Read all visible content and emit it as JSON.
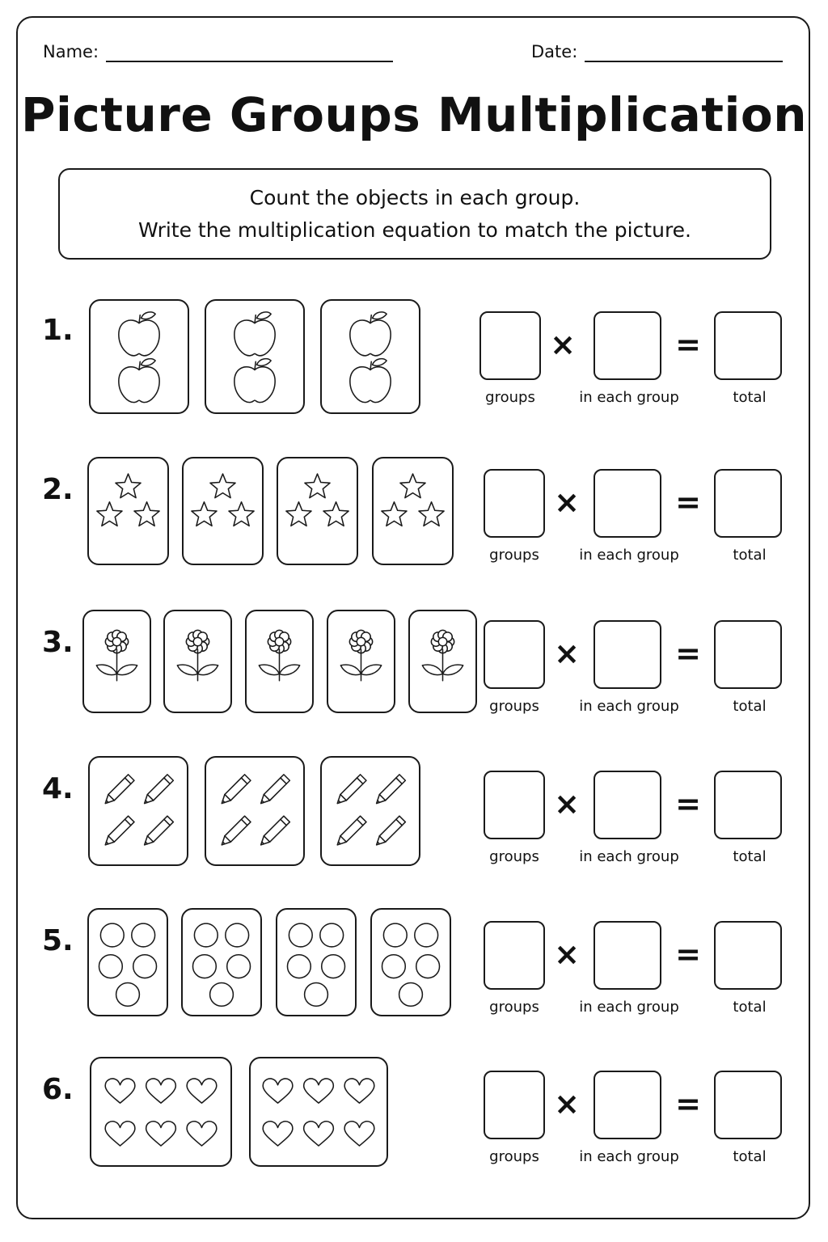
{
  "header": {
    "name_label": "Name:",
    "date_label": "Date:"
  },
  "title": "Picture Groups Multiplication",
  "instructions": {
    "line1": "Count the objects in each group.",
    "line2": "Write the multiplication equation to match the picture."
  },
  "equation_labels": {
    "groups": "groups",
    "in_each_group": "in each group",
    "total": "total"
  },
  "operators": {
    "times": "×",
    "equals": "="
  },
  "problems": [
    {
      "number": "1.",
      "object": "apple-icon",
      "groups": 3,
      "per_group": 2
    },
    {
      "number": "2.",
      "object": "star-icon",
      "groups": 4,
      "per_group": 3
    },
    {
      "number": "3.",
      "object": "flower-icon",
      "groups": 5,
      "per_group": 1
    },
    {
      "number": "4.",
      "object": "pencil-icon",
      "groups": 3,
      "per_group": 4
    },
    {
      "number": "5.",
      "object": "circle-icon",
      "groups": 4,
      "per_group": 5
    },
    {
      "number": "6.",
      "object": "heart-icon",
      "groups": 2,
      "per_group": 6
    }
  ]
}
